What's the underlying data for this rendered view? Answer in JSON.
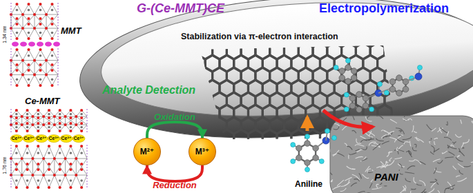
{
  "diagram": {
    "title": "G-(Ce-MMT)CE",
    "nodes": [
      {
        "text": [
          "M²⁺"
        ]
      },
      {
        "text": [
          "M³⁺"
        ]
      }
    ],
    "edges": [
      {
        "from": 0,
        "to": 1,
        "arrow": "to",
        "label": "Oxidation"
      },
      {
        "from": 1,
        "to": 0,
        "arrow": "to",
        "label": "Reduction"
      }
    ],
    "labels": [
      "Electropolymerization",
      "Stabilization via π-electron interaction",
      "Analyte Detection",
      "MMT",
      "1.34 nm",
      "Ce-MMT",
      "1.76 nm",
      "Ce³⁺",
      "Ce³⁺",
      "Ce³⁺",
      "Ce³⁺",
      "Ce³⁺",
      "Ce³⁺",
      "Aniline",
      "PANI"
    ]
  }
}
